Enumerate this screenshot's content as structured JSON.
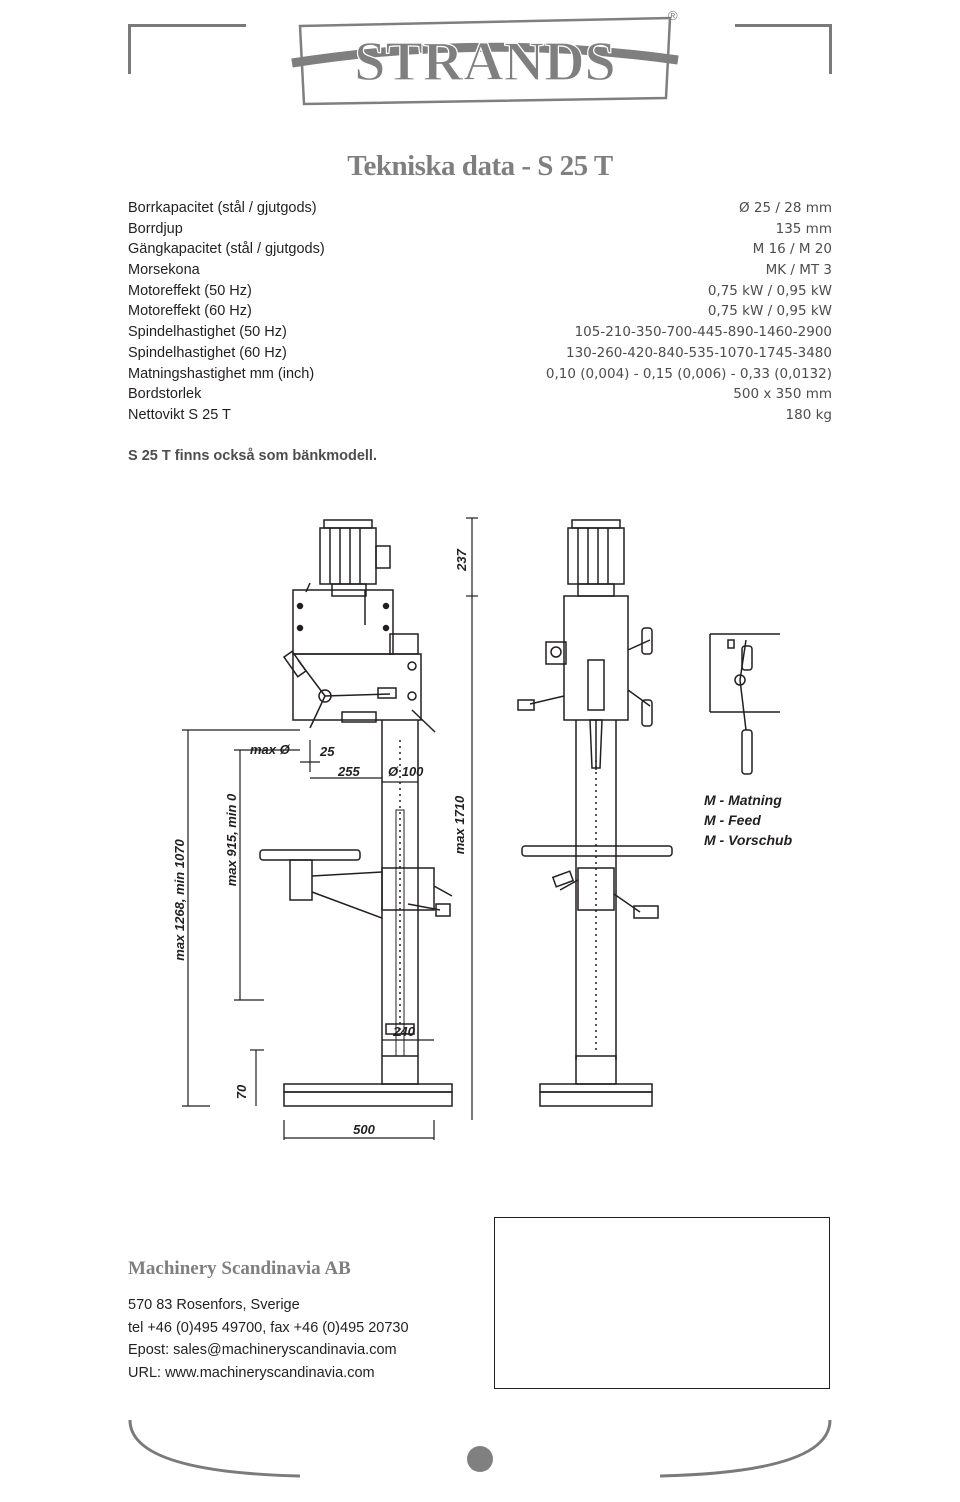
{
  "logo": {
    "brand": "STRANDS",
    "registered": "®"
  },
  "title": "Tekniska data - S 25 T",
  "specs": [
    {
      "label": "Borrkapacitet (stål / gjutgods)",
      "value": "Ø 25 / 28 mm"
    },
    {
      "label": "Borrdjup",
      "value": "135 mm"
    },
    {
      "label": "Gängkapacitet (stål / gjutgods)",
      "value": "M 16 / M 20"
    },
    {
      "label": "Morsekona",
      "value": "MK / MT 3"
    },
    {
      "label": "Motoreffekt (50 Hz)",
      "value": "0,75 kW / 0,95 kW"
    },
    {
      "label": "Motoreffekt (60 Hz)",
      "value": "0,75 kW / 0,95 kW"
    },
    {
      "label": "Spindelhastighet (50 Hz)",
      "value": "105-210-350-700-445-890-1460-2900"
    },
    {
      "label": "Spindelhastighet (60 Hz)",
      "value": "130-260-420-840-535-1070-1745-3480"
    },
    {
      "label": "Matningshastighet mm (inch)",
      "value": "0,10 (0,004) - 0,15 (0,006) - 0,33 (0,0132)"
    },
    {
      "label": "Bordstorlek",
      "value": "500 x 350 mm"
    },
    {
      "label": "Nettovikt S 25 T",
      "value": "180 kg"
    }
  ],
  "note": "S 25 T finns också som bänkmodell.",
  "drawing": {
    "dim_237": "237",
    "dim_max_dia_label": "max Ø",
    "dim_25": "25",
    "dim_255": "255",
    "dim_dia_100": "Ø 100",
    "dim_max_1710": "max 1710",
    "dim_max_1268": "max 1268, min 1070",
    "dim_max_915": "max 915, min 0",
    "dim_240": "240",
    "dim_70": "70",
    "dim_500": "500",
    "feed_legend": [
      "M - Matning",
      "M - Feed",
      "M - Vorschub"
    ]
  },
  "contact": {
    "company": "Machinery Scandinavia AB",
    "address": "570 83 Rosenfors, Sverige",
    "phone": "tel +46 (0)495 49700, fax +46 (0)495 20730",
    "email": "Epost: sales@machineryscandinavia.com",
    "url": "URL: www.machineryscandinavia.com"
  }
}
